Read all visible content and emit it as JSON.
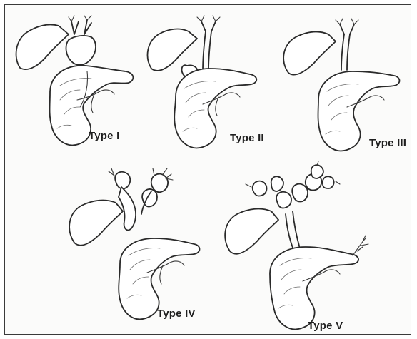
{
  "panels": [
    {
      "label": "Type I"
    },
    {
      "label": "Type II"
    },
    {
      "label": "Type III"
    },
    {
      "label": "Type IV"
    },
    {
      "label": "Type V"
    }
  ]
}
